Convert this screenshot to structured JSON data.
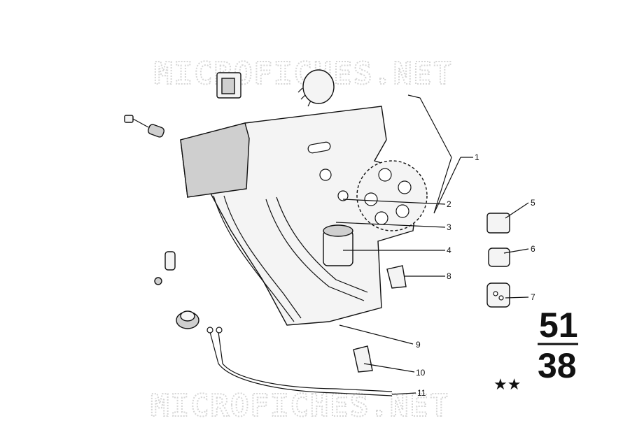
{
  "watermark": {
    "top": "MICROFICHES.NET",
    "bottom": "MICROFICHES.NET"
  },
  "group": {
    "number": "51",
    "subgroup": "38",
    "stars": "★★"
  },
  "callouts": [
    {
      "label": "1"
    },
    {
      "label": "2"
    },
    {
      "label": "3"
    },
    {
      "label": "4"
    },
    {
      "label": "5"
    },
    {
      "label": "6"
    },
    {
      "label": "7"
    },
    {
      "label": "8"
    },
    {
      "label": "9"
    },
    {
      "label": "10"
    },
    {
      "label": "11"
    }
  ],
  "icons": [
    "bolt-icon",
    "switch-icon",
    "relay-icon",
    "sprocket-icon",
    "motor-icon",
    "bracket-icon",
    "knob-icon",
    "cable-icon",
    "connector-icon"
  ]
}
